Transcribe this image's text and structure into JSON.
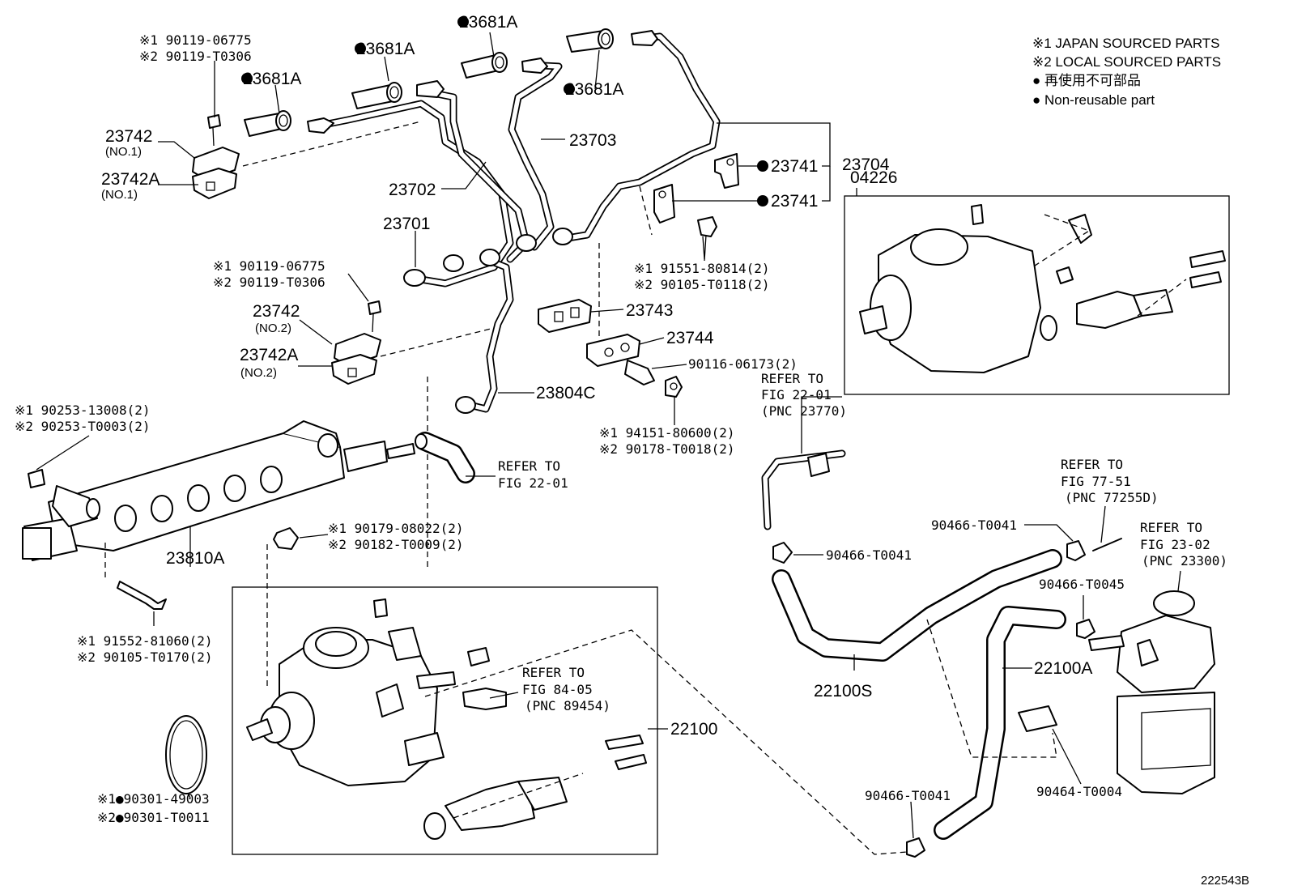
{
  "legend": {
    "japan": "※1 JAPAN SOURCED PARTS",
    "local": "※2 LOCAL SOURCED PARTS",
    "nonreuse_jp": "● 再使用不可部品",
    "nonreuse_en": "● Non-reusable part"
  },
  "labels": {
    "p23681a_1": "23681A",
    "p23681a_2": "23681A",
    "p23681a_3": "23681A",
    "p23681a_4": "23681A",
    "bolt1_j": "※1 90119-06775",
    "bolt1_l": "※2 90119-T0306",
    "p23742_1": "23742",
    "no1_a": "(NO.1)",
    "p23742a_1": "23742A",
    "no1_b": "(NO.1)",
    "p23703": "23703",
    "p23702": "23702",
    "p23701": "23701",
    "p23741_1": "23741",
    "p23741_2": "23741",
    "p23704": "23704",
    "p04226": "04226",
    "bolt2_j": "※1 90119-06775",
    "bolt2_l": "※2 90119-T0306",
    "p23742_2": "23742",
    "no2_a": "(NO.2)",
    "p23742a_2": "23742A",
    "no2_b": "(NO.2)",
    "b91551_j": "※1 91551-80814(2)",
    "b91551_l": "※2 90105-T0118(2)",
    "p23743": "23743",
    "p23744": "23744",
    "p90116": "90116-06173(2)",
    "refer1_a": "REFER TO",
    "refer1_b": "FIG 22-01",
    "refer1_c": "(PNC 23770)",
    "p23804c": "23804C",
    "n94151_j": "※1 94151-80600(2)",
    "n94151_l": "※2 90178-T0018(2)",
    "s90253_j": "※1 90253-13008(2)",
    "s90253_l": "※2 90253-T0003(2)",
    "refer2_a": "REFER TO",
    "refer2_b": "FIG 22-01",
    "refer3_a": "REFER TO",
    "refer3_b": "FIG 77-51",
    "refer3_c": "(PNC 77255D)",
    "c90466_1": "90466-T0041",
    "refer4_a": "REFER TO",
    "refer4_b": "FIG 23-02",
    "refer4_c": "(PNC 23300)",
    "n90179_j": "※1 90179-08022(2)",
    "n90179_l": "※2 90182-T0009(2)",
    "c90466_2": "90466-T0041",
    "p23810a": "23810A",
    "c90466_3": "90466-T0045",
    "b91552_j": "※1 91552-81060(2)",
    "b91552_l": "※2 90105-T0170(2)",
    "refer5_a": "REFER TO",
    "refer5_b": "FIG 84-05",
    "refer5_c": "(PNC 89454)",
    "p22100s": "22100S",
    "p22100a": "22100A",
    "p22100": "22100",
    "o90301_j": "※1●90301-49003",
    "o90301_l": "※2●90301-T0011",
    "c90464": "90464-T0004",
    "c90466_4": "90466-T0041",
    "illus_no": "222543B"
  }
}
